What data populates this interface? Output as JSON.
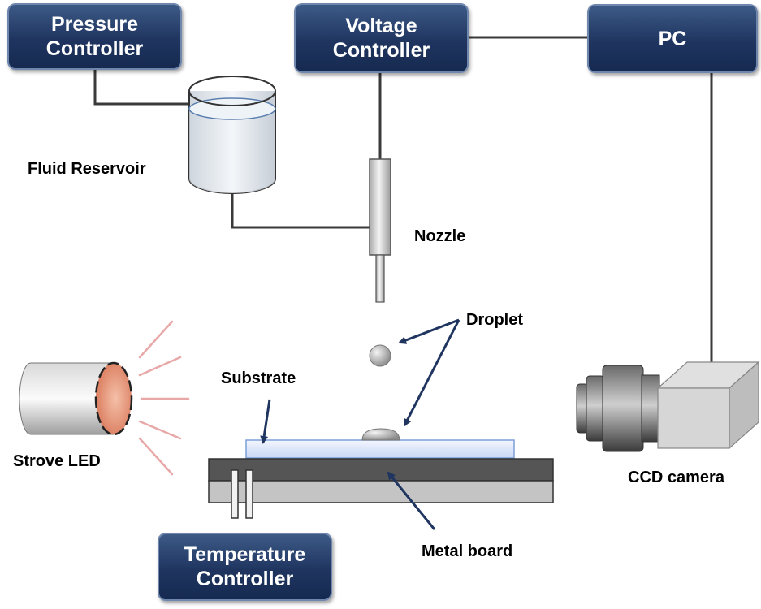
{
  "controllers": {
    "pressure": {
      "line1": "Pressure",
      "line2": "Controller"
    },
    "voltage": {
      "line1": "Voltage",
      "line2": "Controller"
    },
    "pc": {
      "line1": "PC"
    },
    "temperature": {
      "line1": "Temperature",
      "line2": "Controller"
    }
  },
  "labels": {
    "fluid_reservoir": "Fluid Reservoir",
    "nozzle": "Nozzle",
    "droplet": "Droplet",
    "substrate": "Substrate",
    "strove_led": "Strove LED",
    "ccd_camera": "CCD camera",
    "metal_board": "Metal board"
  },
  "colors": {
    "controller_fill": "#1f3560",
    "controller_border": "#6f86ad",
    "arrow": "#1f3560",
    "substrate_fill": "#dce6fb",
    "board_dark": "#555555",
    "board_light": "#c4c4c4",
    "led_rays": "#e8a8a8"
  },
  "icons": {
    "reservoir": "beaker-icon",
    "nozzle": "nozzle-icon",
    "droplet": "droplet-icon",
    "led": "led-lamp-icon",
    "camera": "ccd-camera-icon"
  }
}
